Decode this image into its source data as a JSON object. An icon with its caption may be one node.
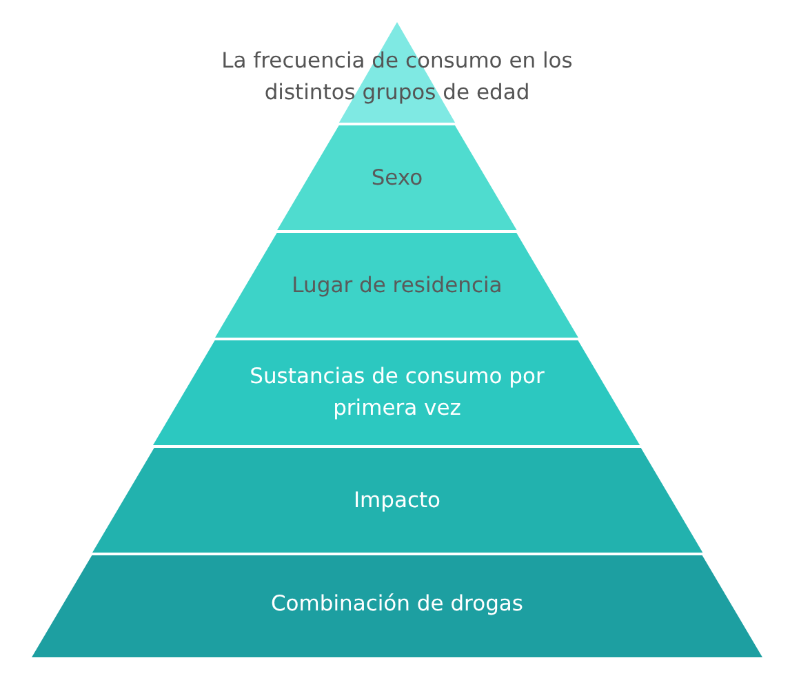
{
  "diagram": {
    "nodes": [
      {
        "text": [
          "La frecuencia de consumo en los distintos grupos de edad"
        ]
      },
      {
        "text": [
          "Sexo"
        ]
      },
      {
        "text": [
          "Lugar de residencia"
        ]
      },
      {
        "text": [
          "Sustancias de consumo por primera vez"
        ]
      },
      {
        "text": [
          "Impacto"
        ]
      },
      {
        "text": [
          "Combinación de drogas"
        ]
      }
    ]
  }
}
